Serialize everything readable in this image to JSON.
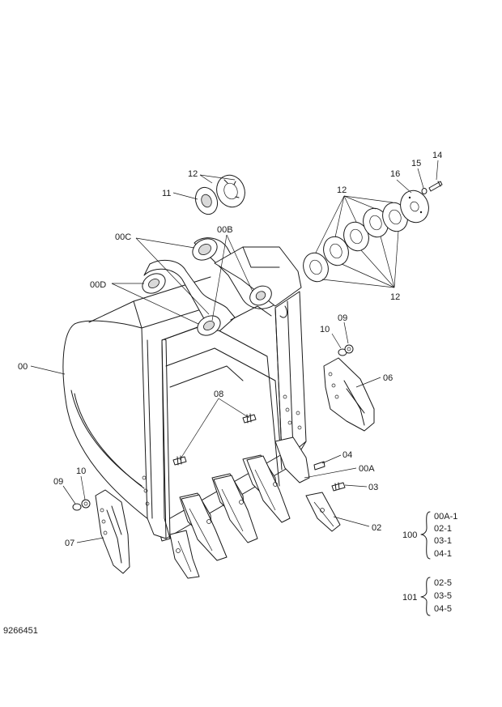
{
  "callouts": {
    "c00": "00",
    "c00A": "00A",
    "c00B": "00B",
    "c00C": "00C",
    "c00D": "00D",
    "c02": "02",
    "c03": "03",
    "c04": "04",
    "c06": "06",
    "c07": "07",
    "c08": "08",
    "c09_right": "09",
    "c09_left": "09",
    "c10_right": "10",
    "c10_left": "10",
    "c11": "11",
    "c12_top": "12",
    "c12_right_top": "12",
    "c12_right_bottom": "12",
    "c14": "14",
    "c15": "15",
    "c16": "16"
  },
  "groups": [
    {
      "id": "100",
      "items": [
        "00A-1",
        "02-1",
        "03-1",
        "04-1"
      ]
    },
    {
      "id": "101",
      "items": [
        "02-5",
        "03-5",
        "04-5"
      ]
    }
  ],
  "drawing_number": "9266451"
}
